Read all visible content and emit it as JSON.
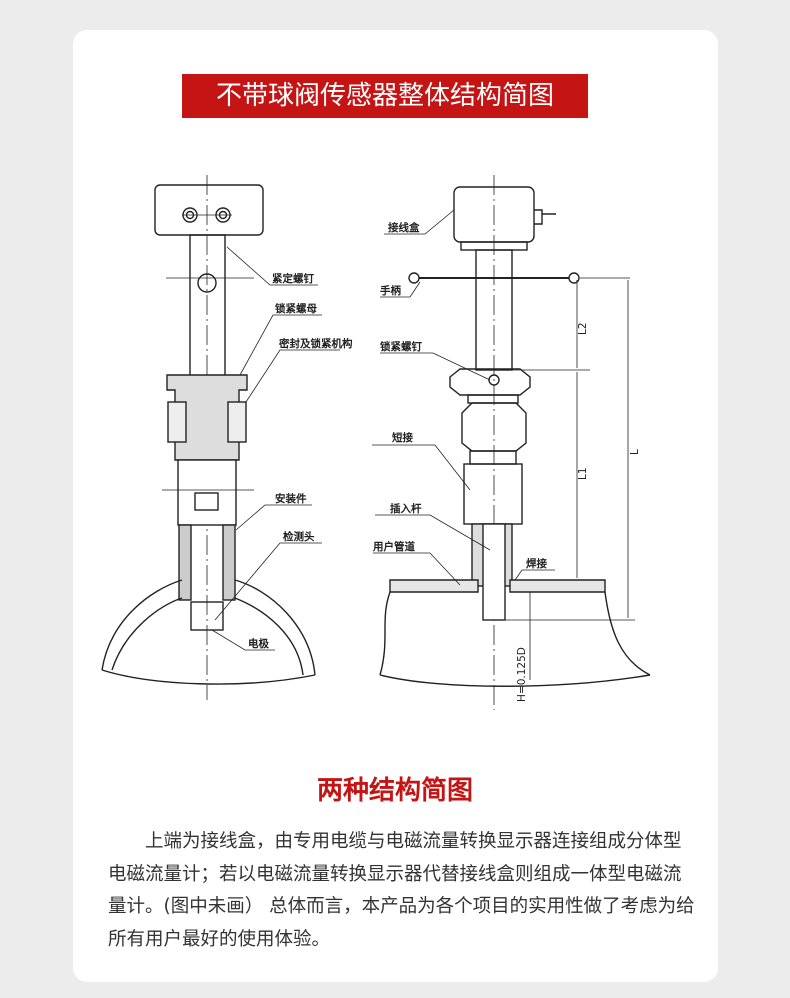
{
  "header": {
    "title": "不带球阀传感器整体结构简图"
  },
  "diagram_left": {
    "labels": [
      "紧定螺钉",
      "锁紧螺母",
      "密封及锁紧机构",
      "安装件",
      "检测头",
      "电极"
    ]
  },
  "diagram_right": {
    "labels": [
      "接线盒",
      "手柄",
      "锁紧螺钉",
      "短接",
      "插入杆",
      "用户管道",
      "焊接"
    ],
    "dimensions": [
      "L2",
      "L1",
      "L",
      "H=0.125D"
    ]
  },
  "section": {
    "subtitle": "两种结构简图",
    "description": "上端为接线盒，由专用电缆与电磁流量转换显示器连接组成分体型电磁流量计；若以电磁流量转换显示器代替接线盒则组成一体型电磁流量计。(图中未画） 总体而言，本产品为各个项目的实用性做了考虑为给所有用户最好的使用体验。"
  }
}
